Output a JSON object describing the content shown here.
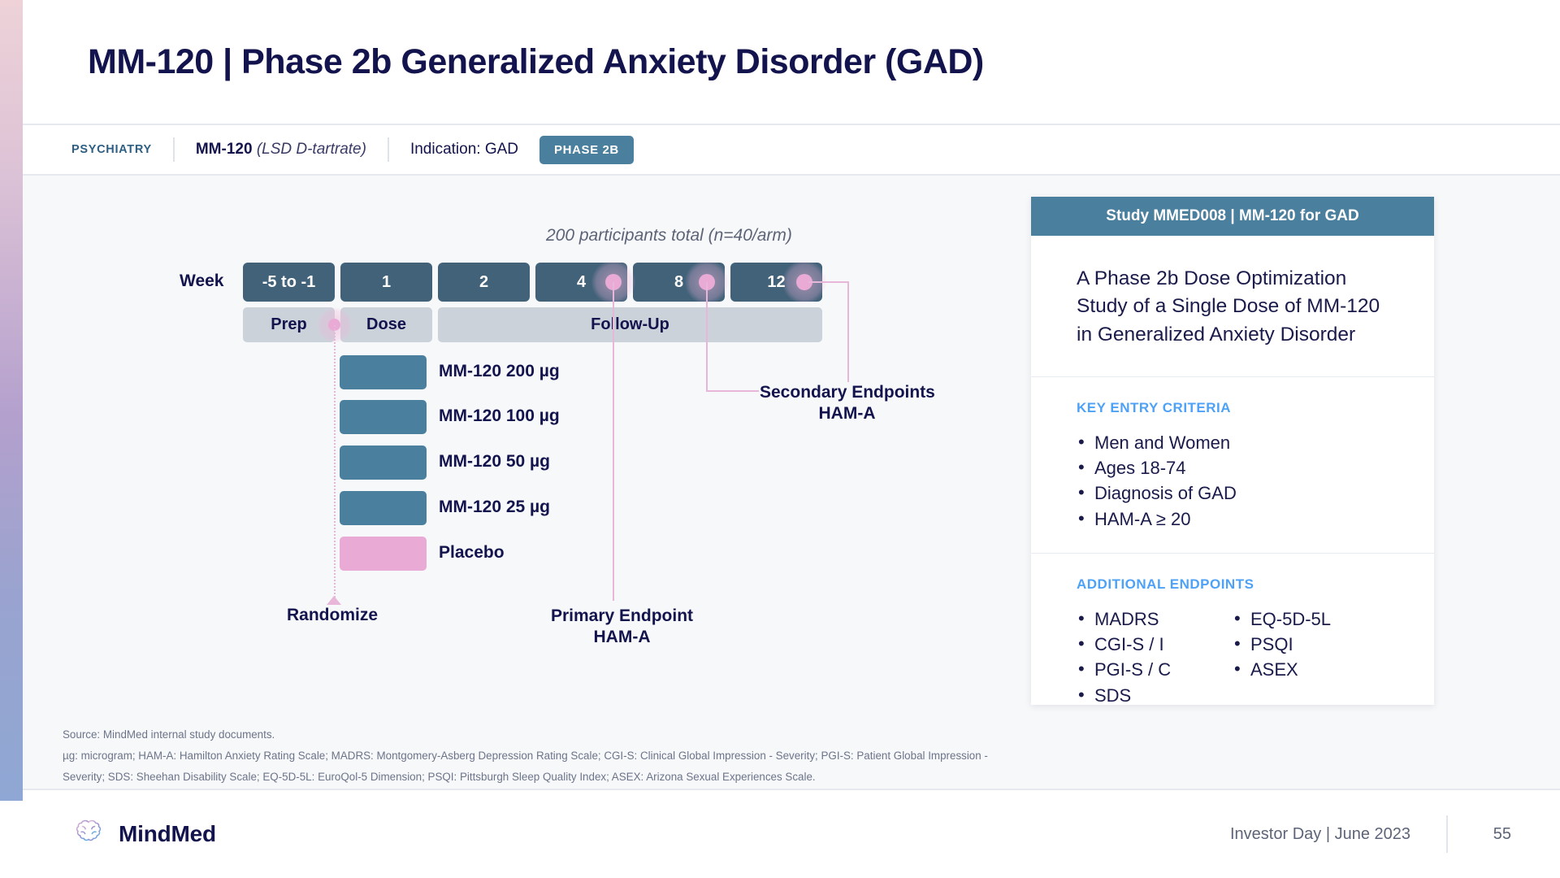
{
  "header": {
    "title": "MM-120 | Phase 2b Generalized Anxiety Disorder (GAD)"
  },
  "breadcrumb": {
    "area": "PSYCHIATRY",
    "drug": "MM-120",
    "drug_detail": "(LSD D-tartrate)",
    "indication": "Indication: GAD",
    "phase_badge": "PHASE 2B"
  },
  "diagram": {
    "participants_note": "200 participants total (n=40/arm)",
    "week_label": "Week",
    "weeks": [
      "-5 to -1",
      "1",
      "2",
      "4",
      "8",
      "12"
    ],
    "phases": [
      "Prep",
      "Dose",
      "Follow-Up"
    ],
    "arms": [
      {
        "label": "MM-120 200 µg",
        "color": "#4a7f9e"
      },
      {
        "label": "MM-120 100 µg",
        "color": "#4a7f9e"
      },
      {
        "label": "MM-120 50 µg",
        "color": "#4a7f9e"
      },
      {
        "label": "MM-120 25 µg",
        "color": "#4a7f9e"
      },
      {
        "label": "Placebo",
        "color": "#e9aad6"
      }
    ],
    "randomize_label": "Randomize",
    "primary_endpoint_line1": "Primary Endpoint",
    "primary_endpoint_line2": "HAM-A",
    "secondary_endpoint_line1": "Secondary Endpoints",
    "secondary_endpoint_line2": "HAM-A"
  },
  "card": {
    "head": "Study MMED008 | MM-120 for GAD",
    "title": "A Phase 2b Dose Optimization Study of a Single Dose of MM-120 in Generalized Anxiety Disorder",
    "entry_heading": "KEY ENTRY CRITERIA",
    "entry_items": [
      "Men and Women",
      "Ages 18-74",
      "Diagnosis of GAD",
      "HAM-A ≥ 20"
    ],
    "endpoints_heading": "ADDITIONAL ENDPOINTS",
    "endpoints_col1": [
      "MADRS",
      "CGI-S / I",
      "PGI-S / C",
      "SDS"
    ],
    "endpoints_col2": [
      "EQ-5D-5L",
      "PSQI",
      "ASEX"
    ]
  },
  "notes": {
    "line1": "Source: MindMed internal study documents.",
    "line2": "µg: microgram; HAM-A: Hamilton Anxiety Rating Scale; MADRS: Montgomery-Asberg Depression Rating Scale; CGI-S: Clinical Global Impression - Severity; PGI-S: Patient Global Impression - Severity; SDS: Sheehan Disability Scale; EQ-5D-5L: EuroQol-5 Dimension; PSQI: Pittsburgh Sleep Quality Index; ASEX: Arizona Sexual Experiences Scale."
  },
  "footer": {
    "brand": "MindMed",
    "meta": "Investor Day | June 2023",
    "page": "55"
  },
  "colors": {
    "navy": "#13134d",
    "steel": "#4a7f9e",
    "slate": "#42627a",
    "pink": "#e9aad6",
    "light_blue": "#4da2f7",
    "grey_box": "#ccd2da"
  }
}
